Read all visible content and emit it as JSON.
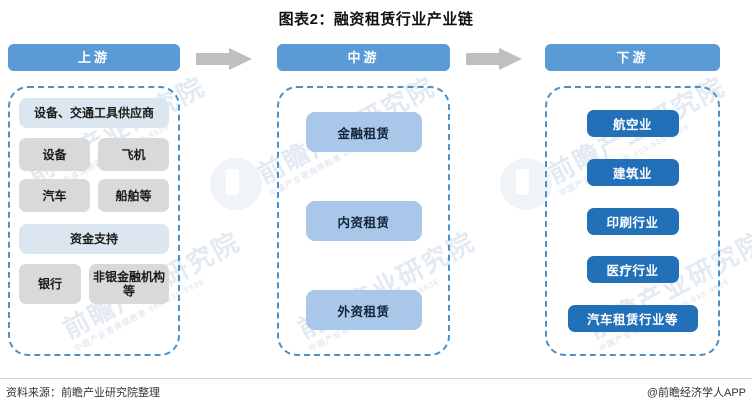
{
  "title": "图表2：融资租赁行业产业链",
  "colors": {
    "header_blue": "#5b9bd5",
    "dashed_border": "#4a90c9",
    "upstream_head": "#dce6f1",
    "upstream_cell": "#d9d9d9",
    "midstream_box": "#a9c7e8",
    "downstream_box": "#2270b8",
    "arrow_gray": "#bfbfbf"
  },
  "stages": {
    "upstream": {
      "header": "上游",
      "groups": [
        {
          "title": "设备、交通工具供应商",
          "items": [
            "设备",
            "飞机",
            "汽车",
            "船舶等"
          ]
        },
        {
          "title": "资金支持",
          "items": [
            "银行",
            "非银金融机构等"
          ]
        }
      ]
    },
    "midstream": {
      "header": "中游",
      "items": [
        "金融租赁",
        "内资租赁",
        "外资租赁"
      ]
    },
    "downstream": {
      "header": "下游",
      "items": [
        "航空业",
        "建筑业",
        "印刷行业",
        "医疗行业",
        "汽车租赁行业等"
      ]
    }
  },
  "arrows": [
    "arrow-upstream-to-midstream",
    "arrow-midstream-to-downstream"
  ],
  "footer": {
    "source": "资料来源：前瞻产业研究院整理",
    "brand": "@前瞻经济学人APP"
  },
  "watermark": {
    "big": "前瞻产业研究院",
    "small": "中国产业咨询领跑者 400-639-9936"
  }
}
